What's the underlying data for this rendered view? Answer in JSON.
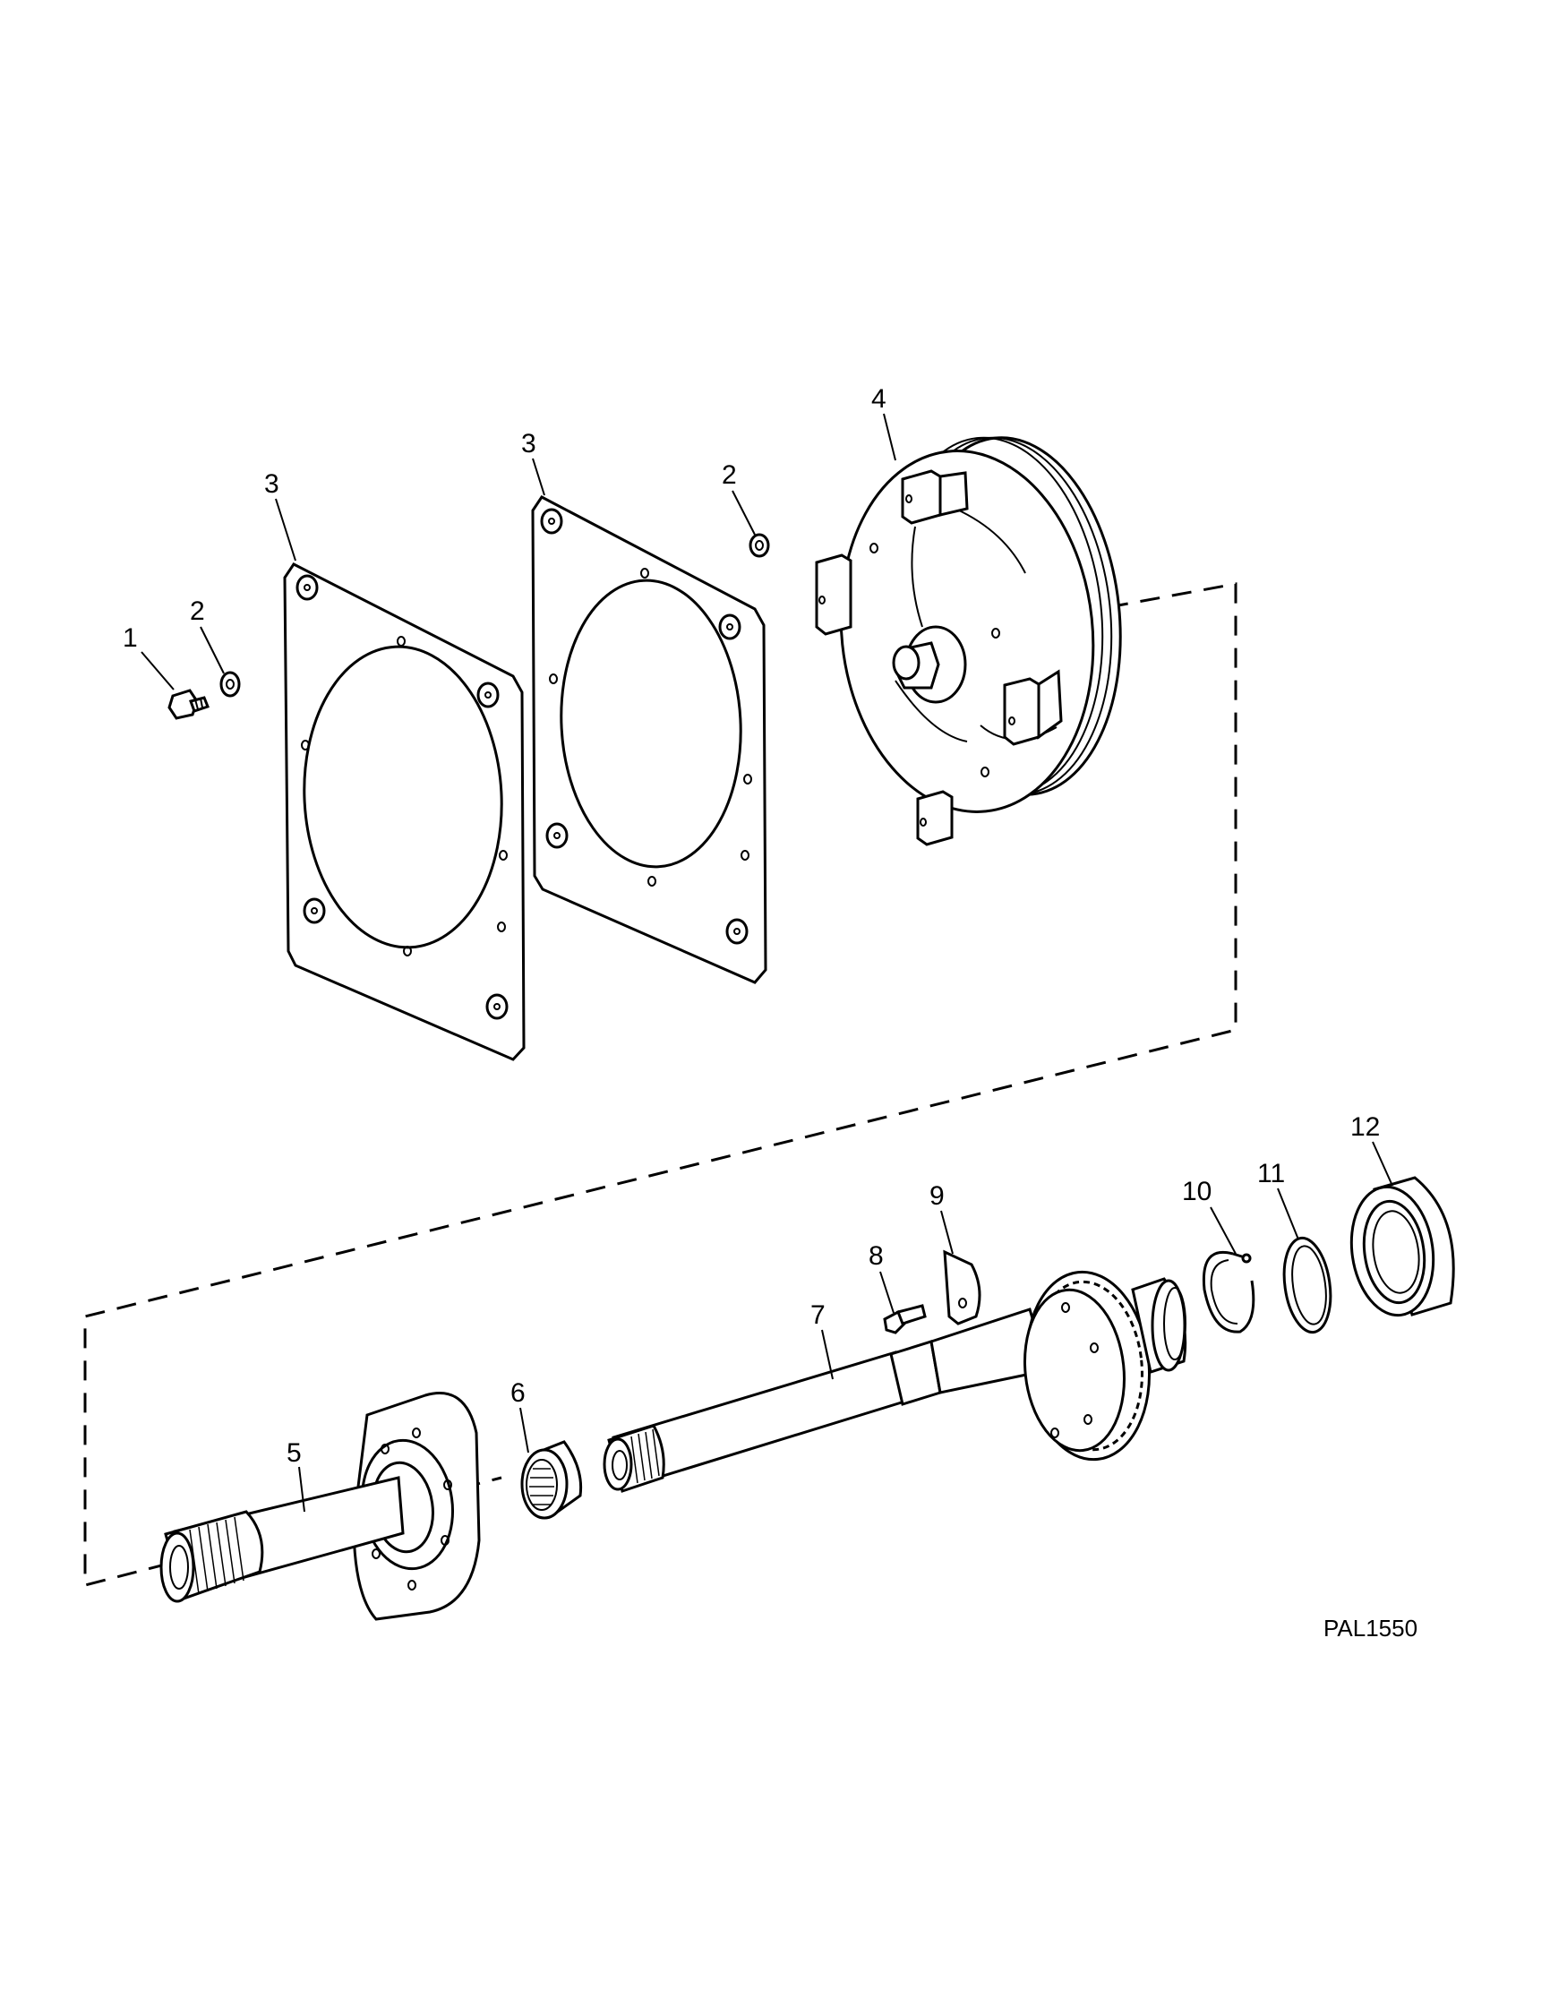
{
  "figure_id": "PAL1550",
  "parts": [
    {
      "key": "part1",
      "callout": "1",
      "name": "cap screw"
    },
    {
      "key": "part2a",
      "callout": "2",
      "name": "washer"
    },
    {
      "key": "part2b",
      "callout": "2",
      "name": "washer"
    },
    {
      "key": "part3a",
      "callout": "3",
      "name": "flex plate"
    },
    {
      "key": "part3b",
      "callout": "3",
      "name": "flex plate"
    },
    {
      "key": "part4",
      "callout": "4",
      "name": "torque converter"
    },
    {
      "key": "part5",
      "callout": "5",
      "name": "stator support shaft"
    },
    {
      "key": "part6",
      "callout": "6",
      "name": "needle bearing"
    },
    {
      "key": "part7",
      "callout": "7",
      "name": "pump drive shaft"
    },
    {
      "key": "part8",
      "callout": "8",
      "name": "cap screw"
    },
    {
      "key": "part9",
      "callout": "9",
      "name": "bracket"
    },
    {
      "key": "part10",
      "callout": "10",
      "name": "snap ring"
    },
    {
      "key": "part11",
      "callout": "11",
      "name": "snap ring"
    },
    {
      "key": "part12",
      "callout": "12",
      "name": "ball bearing"
    }
  ]
}
